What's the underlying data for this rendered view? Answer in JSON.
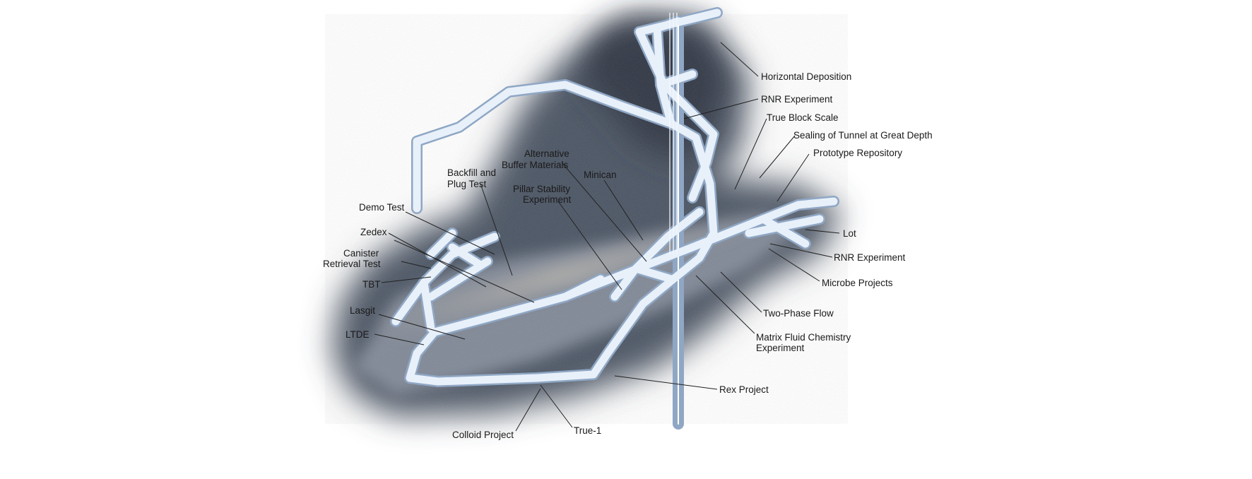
{
  "labels": {
    "horizontal_deposition": "Horizontal Deposition",
    "rnr_experiment_top": "RNR Experiment",
    "true_block_scale": "True Block Scale",
    "sealing_of_tunnel": "Sealing of Tunnel at Great Depth",
    "prototype_repository": "Prototype Repository",
    "alternative_buffer_line1": "Alternative",
    "alternative_buffer_line2": "Buffer Materials",
    "backfill_line1": "Backfill and",
    "backfill_line2": "Plug Test",
    "minican": "Minican",
    "pillar_line1": "Pillar Stability",
    "pillar_line2": "Experiment",
    "demo_test": "Demo Test",
    "zedex": "Zedex",
    "canister_line1": "Canister",
    "canister_line2": "Retrieval Test",
    "tbt": "TBT",
    "lasgit": "Lasgit",
    "ltde": "LTDE",
    "lot": "Lot",
    "rnr_experiment_right": "RNR Experiment",
    "microbe_projects": "Microbe Projects",
    "two_phase_flow": "Two-Phase Flow",
    "matrix_line1": "Matrix Fluid Chemistry",
    "matrix_line2": "Experiment",
    "rex_project": "Rex Project",
    "colloid_project": "Colloid Project",
    "true_1": "True-1"
  },
  "colors": {
    "rock_dark": "#3a4150",
    "rock_mid": "#6b7382",
    "rock_light": "#a9b0bb",
    "tunnel": "#e8f0fa",
    "tunnel_edge": "#8fa7c4"
  }
}
